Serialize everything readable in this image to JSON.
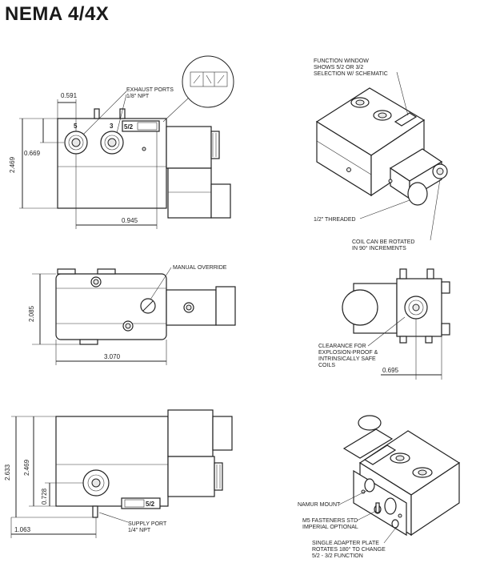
{
  "title": "NEMA 4/4X",
  "view_front": {
    "dim_top": "0.591",
    "dim_left_outer": "2.469",
    "dim_left_inner": "0.669",
    "dim_bottom": "0.945",
    "port_5": "5",
    "port_3": "3",
    "function_window": "5/2",
    "label_exhaust_1": "EXHAUST PORTS",
    "label_exhaust_2": "1/8\" NPT"
  },
  "view_top": {
    "dim_left": "2.085",
    "dim_bottom": "3.070",
    "label_manual_override": "MANUAL OVERRIDE"
  },
  "view_side": {
    "dim_left_outer": "2.633",
    "dim_left_mid": "2.469",
    "dim_left_inner": "0.728",
    "dim_bottom": "1.063",
    "function_window": "5/2",
    "label_supply_1": "SUPPLY PORT",
    "label_supply_2": "1/4\" NPT"
  },
  "iso_top": {
    "label_fw_1": "FUNCTION WINDOW",
    "label_fw_2": "SHOWS 5/2 OR 3/2",
    "label_fw_3": "SELECTION W/ SCHEMATIC",
    "label_threaded": "1/2\" THREADED",
    "label_coil_1": "COIL CAN BE ROTATED",
    "label_coil_2": "IN 90° INCREMENTS"
  },
  "end_view": {
    "label_clear_1": "CLEARANCE FOR",
    "label_clear_2": "EXPLOSION-PROOF &",
    "label_clear_3": "INTRINSICALLY SAFE",
    "label_clear_4": "COILS",
    "dim_bottom": "0.695"
  },
  "iso_bottom": {
    "label_namur": "NAMUR MOUNT",
    "label_m5_1": "M5 FASTENERS STD",
    "label_m5_2": "IMPERIAL OPTIONAL",
    "label_plate_1": "SINGLE ADAPTER PLATE",
    "label_plate_2": "ROTATES 180° TO CHANGE",
    "label_plate_3": "5/2 - 3/2 FUNCTION"
  }
}
